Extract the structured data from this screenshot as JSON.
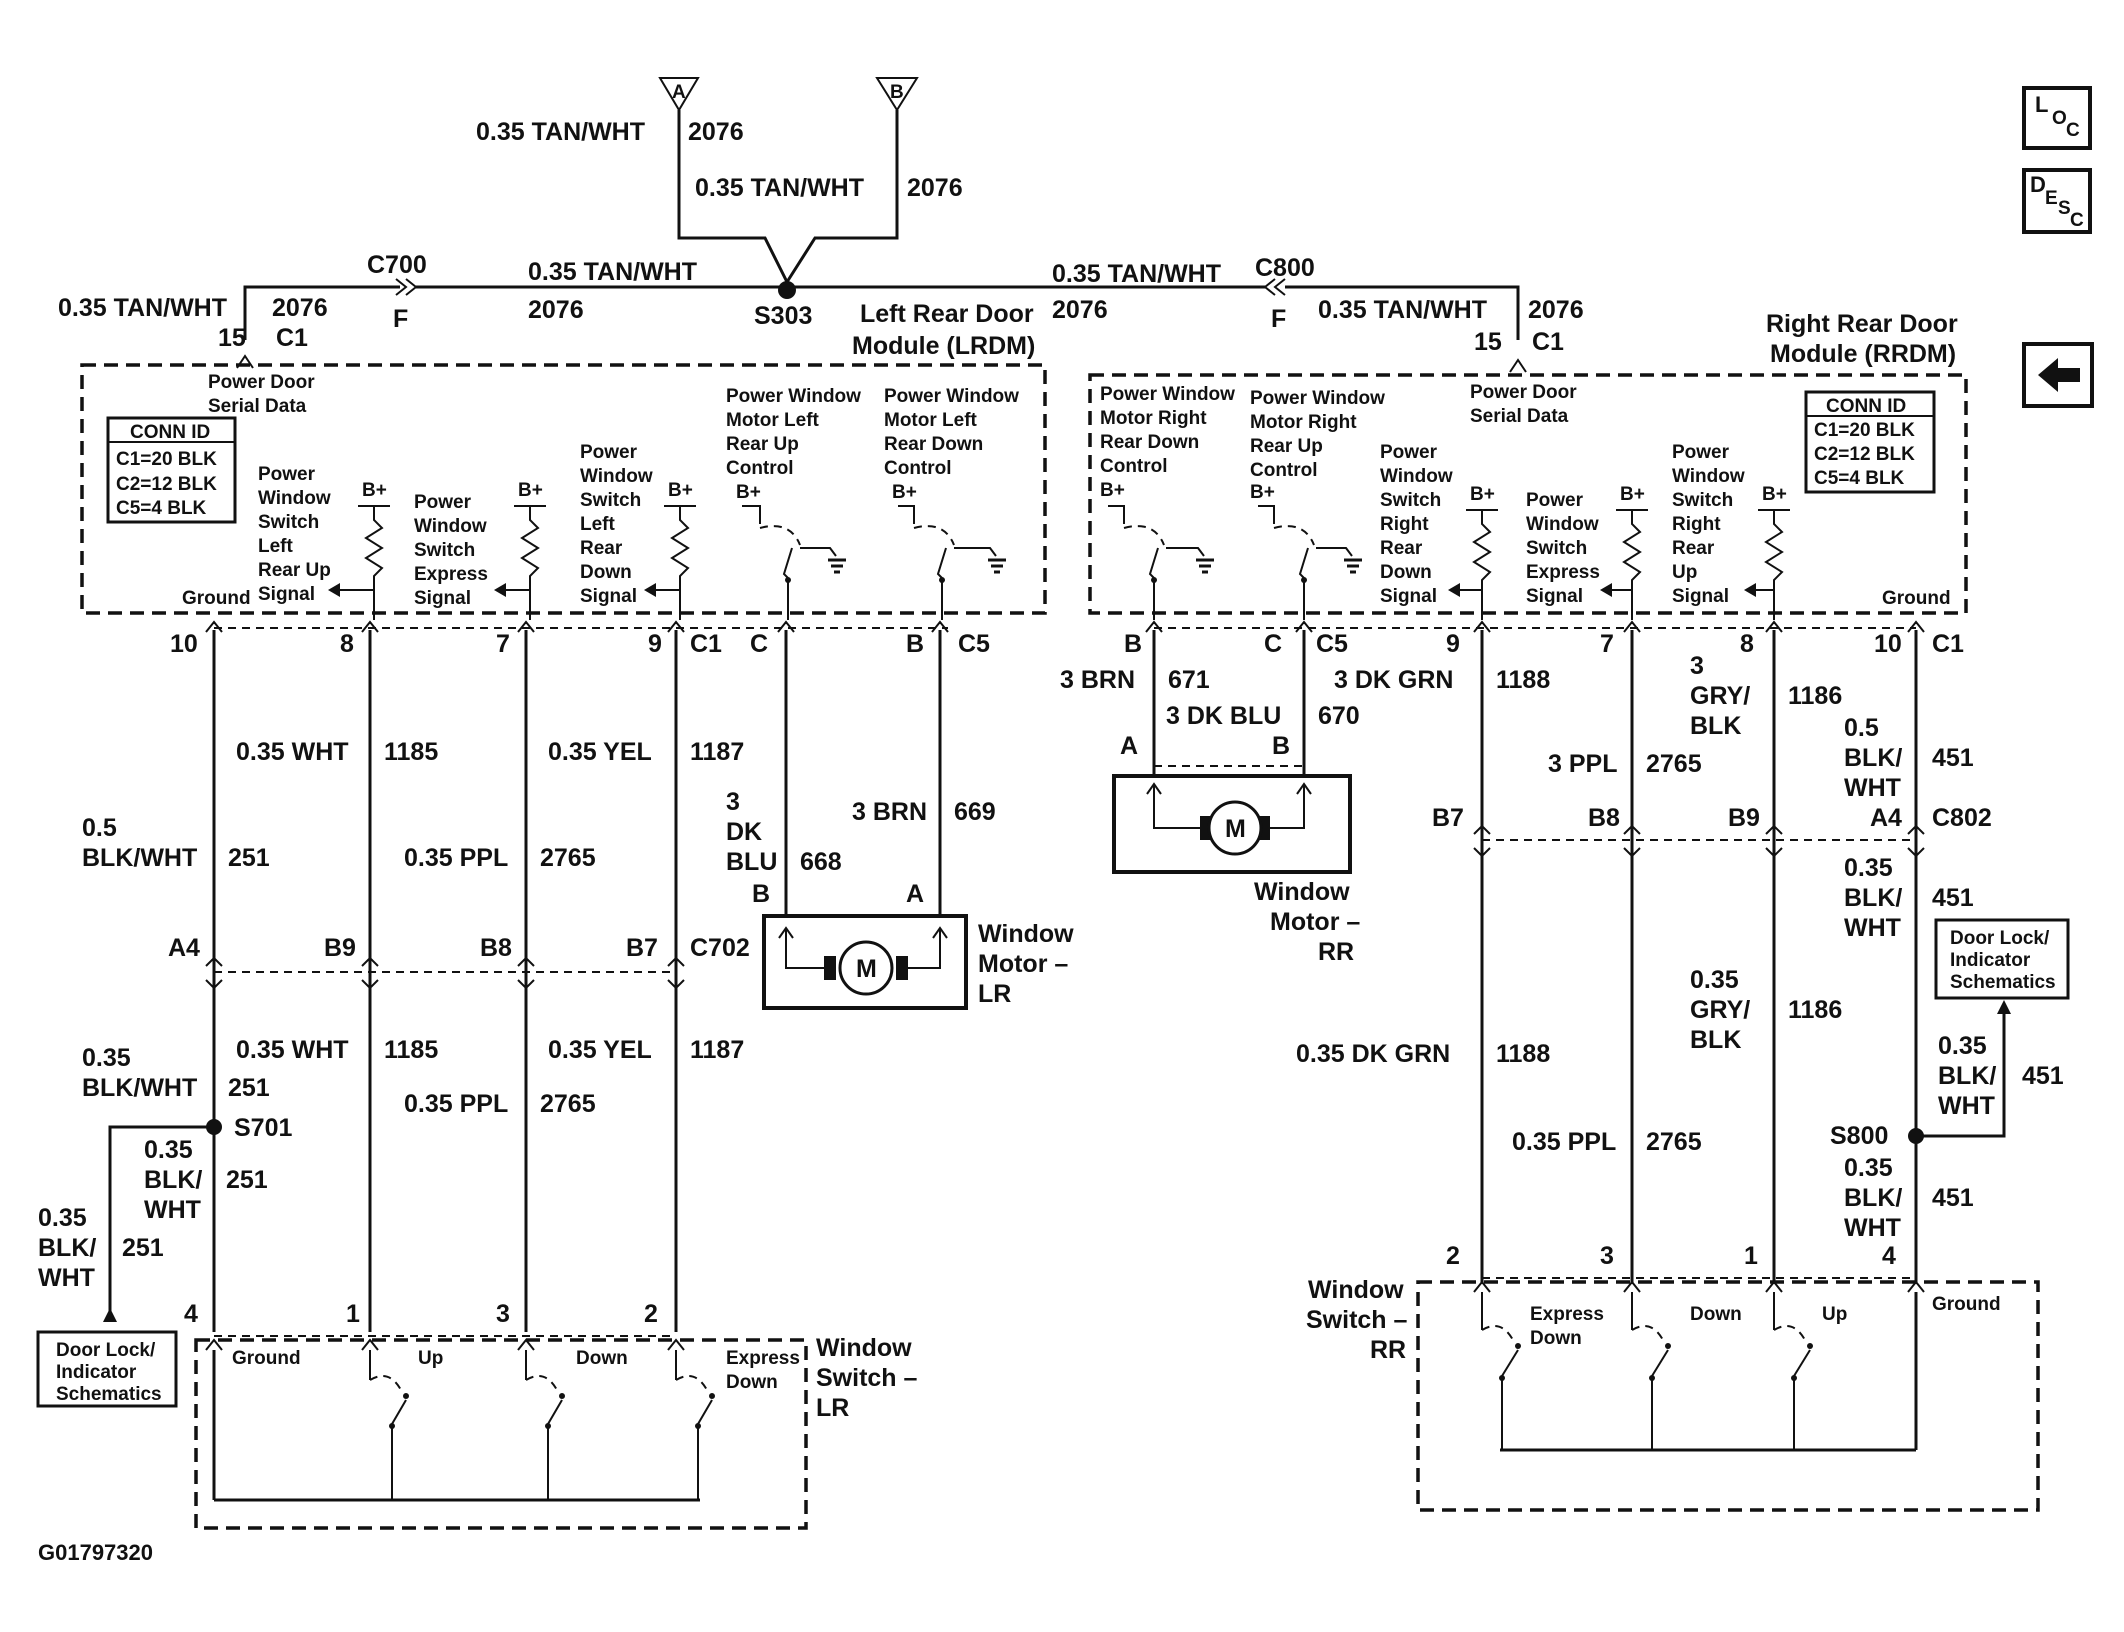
{
  "source_id": "G01797320",
  "side_icons": [
    {
      "name": "loc-icon",
      "glyphs": [
        "L",
        "O",
        "C"
      ]
    },
    {
      "name": "desc-icon",
      "glyphs": [
        "D",
        "E",
        "S",
        "C"
      ]
    },
    {
      "name": "back-arrow-icon",
      "glyph": "⬅"
    }
  ],
  "top": {
    "conn_a": "A",
    "conn_b": "B",
    "wire_left": "0.35 TAN/WHT",
    "circuit_left": "2076",
    "wire_right": "0.35 TAN/WHT",
    "circuit_right": "2076",
    "splice": "S303",
    "bus_left_wire": "0.35 TAN/WHT",
    "bus_left_circuit": "2076",
    "bus_right_wire": "0.35 TAN/WHT",
    "bus_right_circuit": "2076",
    "c700": "C700",
    "c700_pin": "F",
    "c800": "C800",
    "c800_pin": "F"
  },
  "lrdm": {
    "title": [
      "Left Rear Door",
      "Module (LRDM)"
    ],
    "in_wire": "0.35 TAN/WHT",
    "in_circuit": "2076",
    "in_pin": "15",
    "in_conn": "C1",
    "serial": [
      "Power Door",
      "Serial Data"
    ],
    "conn_id": [
      "CONN ID",
      "C1=20 BLK",
      "C2=12 BLK",
      "C5=4 BLK"
    ],
    "ground": "Ground",
    "bplus": "B+",
    "switch1": [
      "Power",
      "Window",
      "Switch",
      "Left",
      "Rear Up",
      "Signal"
    ],
    "switch2": [
      "Power",
      "Window",
      "Switch",
      "Express",
      "Signal"
    ],
    "switch3": [
      "Power",
      "Window",
      "Switch",
      "Left",
      "Rear",
      "Down",
      "Signal"
    ],
    "motor_up": [
      "Power Window",
      "Motor Left",
      "Rear Up",
      "Control"
    ],
    "motor_down": [
      "Power Window",
      "Motor Left",
      "Rear Down",
      "Control"
    ],
    "pins": [
      "10",
      "8",
      "7",
      "9",
      "C1",
      "C",
      "B",
      "C5"
    ]
  },
  "rrdm": {
    "title": [
      "Right Rear Door",
      "Module (RRDM)"
    ],
    "in_wire": "0.35 TAN/WHT",
    "in_circuit": "2076",
    "in_pin": "15",
    "in_conn": "C1",
    "serial": [
      "Power Door",
      "Serial Data"
    ],
    "conn_id": [
      "CONN ID",
      "C1=20 BLK",
      "C2=12 BLK",
      "C5=4 BLK"
    ],
    "ground": "Ground",
    "bplus": "B+",
    "motor_down": [
      "Power Window",
      "Motor Right",
      "Rear Down",
      "Control"
    ],
    "motor_up": [
      "Power Window",
      "Motor Right",
      "Rear Up",
      "Control"
    ],
    "switch1": [
      "Power",
      "Window",
      "Switch",
      "Right",
      "Rear",
      "Down",
      "Signal"
    ],
    "switch2": [
      "Power",
      "Window",
      "Switch",
      "Express",
      "Signal"
    ],
    "switch3": [
      "Power",
      "Window",
      "Switch",
      "Right",
      "Rear",
      "Up",
      "Signal"
    ],
    "pins": [
      "B",
      "C",
      "C5",
      "9",
      "7",
      "8",
      "10",
      "C1"
    ]
  },
  "left_wires": {
    "w251_size": "0.5",
    "w251_color": "BLK/WHT",
    "w251_circuit": "251",
    "w1185a": "0.35 WHT",
    "c1185": "1185",
    "w2765a": "0.35 PPL",
    "c2765": "2765",
    "w1187a": "0.35 YEL",
    "c1187": "1187",
    "c702_pins": [
      "A4",
      "B9",
      "B8",
      "B7"
    ],
    "c702": "C702",
    "w251b_size": "0.35",
    "w251b_color": "BLK/WHT",
    "w251b_circuit": "251",
    "w1185b": "0.35 WHT",
    "w2765b": "0.35 PPL",
    "w1187b": "0.35 YEL",
    "s701": "S701",
    "branch_size": "0.35",
    "branch_color": [
      "BLK/",
      "WHT"
    ],
    "branch_circuit": "251",
    "door_lock": [
      "Door Lock/",
      "Indicator",
      "Schematics"
    ],
    "motor_wire_dkblu": [
      "3",
      "DK",
      "BLU"
    ],
    "c668": "668",
    "motor_wire_brn": "3 BRN",
    "c669": "669",
    "motor_pins": [
      "B",
      "A"
    ],
    "motor_label": [
      "Window",
      "Motor –",
      "LR"
    ],
    "motor_m": "M"
  },
  "left_switch": {
    "pins": [
      "4",
      "1",
      "3",
      "2"
    ],
    "ground": "Ground",
    "up": "Up",
    "down": "Down",
    "express": [
      "Express",
      "Down"
    ],
    "label": [
      "Window",
      "Switch –",
      "LR"
    ]
  },
  "right_wires": {
    "w671": "3 BRN",
    "c671": "671",
    "w670": "3 DK BLU",
    "c670": "670",
    "motor_pins": [
      "A",
      "B"
    ],
    "motor_label": [
      "Window",
      "Motor –",
      "RR"
    ],
    "motor_m": "M",
    "w1188a": "3 DK GRN",
    "c1188": "1188",
    "w1186a": [
      "3",
      "GRY/",
      "BLK"
    ],
    "c1186": "1186",
    "w2765a": "3 PPL",
    "c2765": "2765",
    "w451a_size": "0.5",
    "w451a_color": [
      "BLK/",
      "WHT"
    ],
    "c451": "451",
    "c802_pins": [
      "B7",
      "B8",
      "B9",
      "A4"
    ],
    "c802": "C802",
    "w451b": [
      "0.35",
      "BLK/",
      "WHT"
    ],
    "w1186b": [
      "0.35",
      "GRY/",
      "BLK"
    ],
    "w1188b": "0.35 DK GRN",
    "w2765b": "0.35 PPL",
    "s800": "S800",
    "w451c": [
      "0.35",
      "BLK/",
      "WHT"
    ],
    "branch": [
      "0.35",
      "BLK/",
      "WHT"
    ],
    "door_lock": [
      "Door Lock/",
      "Indicator",
      "Schematics"
    ]
  },
  "right_switch": {
    "pins": [
      "2",
      "3",
      "1",
      "4"
    ],
    "ground": "Ground",
    "up": "Up",
    "down": "Down",
    "express": [
      "Express",
      "Down"
    ],
    "label": [
      "Window",
      "Switch –",
      "RR"
    ]
  }
}
